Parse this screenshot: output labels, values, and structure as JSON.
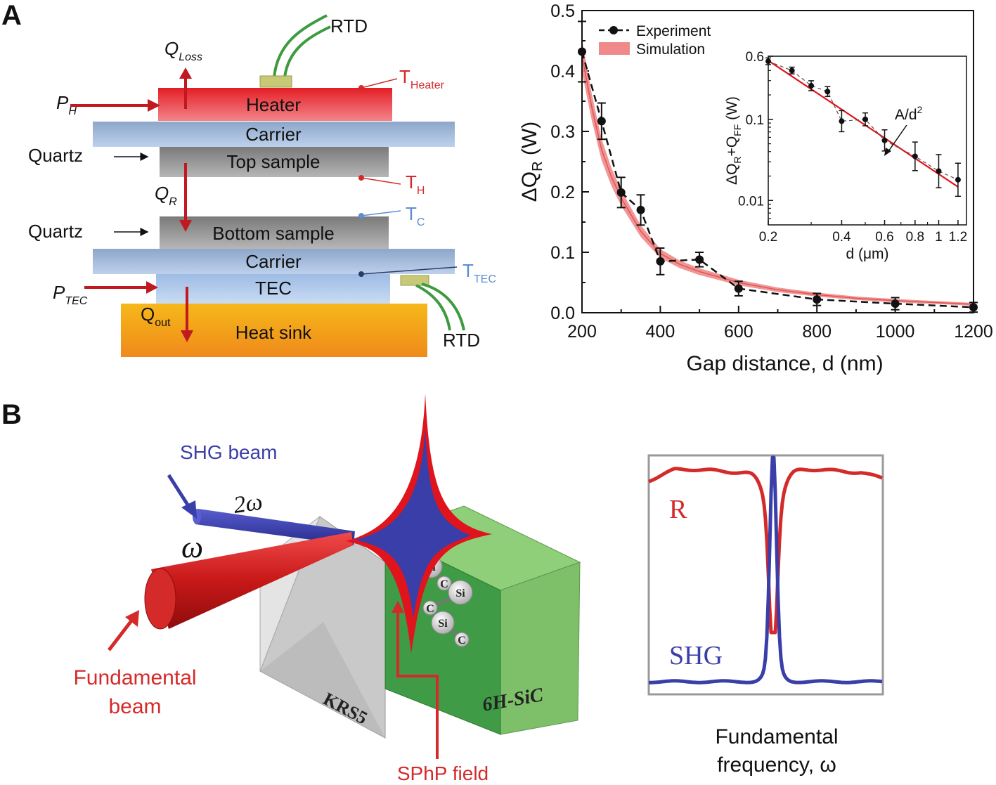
{
  "panel_a": {
    "label": "A",
    "schematic": {
      "rtd_top": "RTD",
      "rtd_bottom": "RTD",
      "q_loss": "Q",
      "q_loss_sub": "Loss",
      "t_heater": "T",
      "t_heater_sub": "Heater",
      "p_h": "P",
      "p_h_sub": "H",
      "heater": "Heater",
      "carrier_top": "Carrier",
      "quartz_top": "Quartz",
      "top_sample": "Top sample",
      "t_h": "T",
      "t_h_sub": "H",
      "q_r": "Q",
      "q_r_sub": "R",
      "t_c": "T",
      "t_c_sub": "C",
      "quartz_bottom": "Quartz",
      "bottom_sample": "Bottom sample",
      "carrier_bottom": "Carrier",
      "t_tec": "T",
      "t_tec_sub": "TEC",
      "p_tec": "P",
      "p_tec_sub": "TEC",
      "tec": "TEC",
      "q_out": "Q",
      "q_out_sub": "out",
      "heat_sink": "Heat sink"
    }
  },
  "panel_b": {
    "label": "B",
    "shg_beam": "SHG beam",
    "two_omega": "2ω",
    "omega": "ω",
    "fundamental_beam_line1": "Fundamental",
    "fundamental_beam_line2": "beam",
    "krs5": "KRS5",
    "sic": "6H-SiC",
    "sphp_field": "SPhP field",
    "atoms": [
      "Si",
      "C",
      "Si",
      "C",
      "Si",
      "C"
    ],
    "spectrum": {
      "r_label": "R",
      "shg_label": "SHG",
      "xlabel_line1": "Fundamental",
      "xlabel_line2": "frequency, ω"
    }
  },
  "colors": {
    "red": "#d42a2a",
    "blue": "#3a3ea8",
    "sim": "#f08a8a",
    "heater": "#e6252a",
    "carrier": "#9db5d8",
    "sample": "#8e8e8e",
    "tec": "#a9c6ea",
    "sink": "#f4a31a",
    "green": "#3d9b3f"
  },
  "chart_data": [
    {
      "type": "line",
      "xlabel": "Gap distance, d (nm)",
      "ylabel": "ΔQ_R (W)",
      "xlim": [
        200,
        1200
      ],
      "ylim": [
        0,
        0.5
      ],
      "xticks": [
        "200",
        "400",
        "600",
        "800",
        "1000",
        "1200"
      ],
      "yticks": [
        "0.0",
        "0.1",
        "0.2",
        "0.3",
        "0.4",
        "0.5"
      ],
      "legend": {
        "position": "top-left",
        "entries": [
          "Experiment",
          "Simulation"
        ]
      },
      "series": [
        {
          "name": "Experiment",
          "style": "black dashed with markers and error bars",
          "x": [
            200,
            250,
            300,
            350,
            400,
            500,
            600,
            800,
            1000,
            1200
          ],
          "y": [
            0.432,
            0.317,
            0.199,
            0.17,
            0.085,
            0.088,
            0.04,
            0.022,
            0.015,
            0.009
          ],
          "err": [
            0.05,
            0.03,
            0.025,
            0.025,
            0.022,
            0.012,
            0.012,
            0.01,
            0.01,
            0.008
          ]
        },
        {
          "name": "Simulation",
          "style": "red shaded band",
          "x": [
            200,
            225,
            250,
            275,
            300,
            350,
            400,
            450,
            500,
            600,
            700,
            800,
            900,
            1000,
            1100,
            1200
          ],
          "y": [
            0.425,
            0.34,
            0.27,
            0.225,
            0.19,
            0.135,
            0.098,
            0.08,
            0.068,
            0.05,
            0.038,
            0.03,
            0.024,
            0.02,
            0.017,
            0.014
          ]
        }
      ]
    },
    {
      "type": "line",
      "inset": true,
      "scale": "log-log",
      "xlabel": "d (μm)",
      "ylabel": "ΔQ_R+Q_FF (W)",
      "xlim": [
        0.2,
        1.3
      ],
      "ylim": [
        0.005,
        0.6
      ],
      "xticks": [
        "0.2",
        "0.4",
        "0.6",
        "0.8",
        "1",
        "1.2"
      ],
      "yticks": [
        "0.01",
        "0.1",
        "0.6"
      ],
      "annotation": "A/d",
      "annotation_sup": "2",
      "series": [
        {
          "name": "Experiment",
          "x": [
            0.2,
            0.25,
            0.3,
            0.35,
            0.4,
            0.5,
            0.6,
            0.8,
            1.0,
            1.2
          ],
          "y": [
            0.52,
            0.4,
            0.26,
            0.22,
            0.095,
            0.1,
            0.055,
            0.035,
            0.023,
            0.018
          ],
          "err_factor": [
            1.1,
            1.1,
            1.15,
            1.15,
            1.35,
            1.2,
            1.35,
            1.5,
            1.6,
            1.6
          ]
        },
        {
          "name": "fit",
          "x": [
            0.2,
            1.2
          ],
          "y": [
            0.53,
            0.0147
          ]
        }
      ]
    }
  ]
}
